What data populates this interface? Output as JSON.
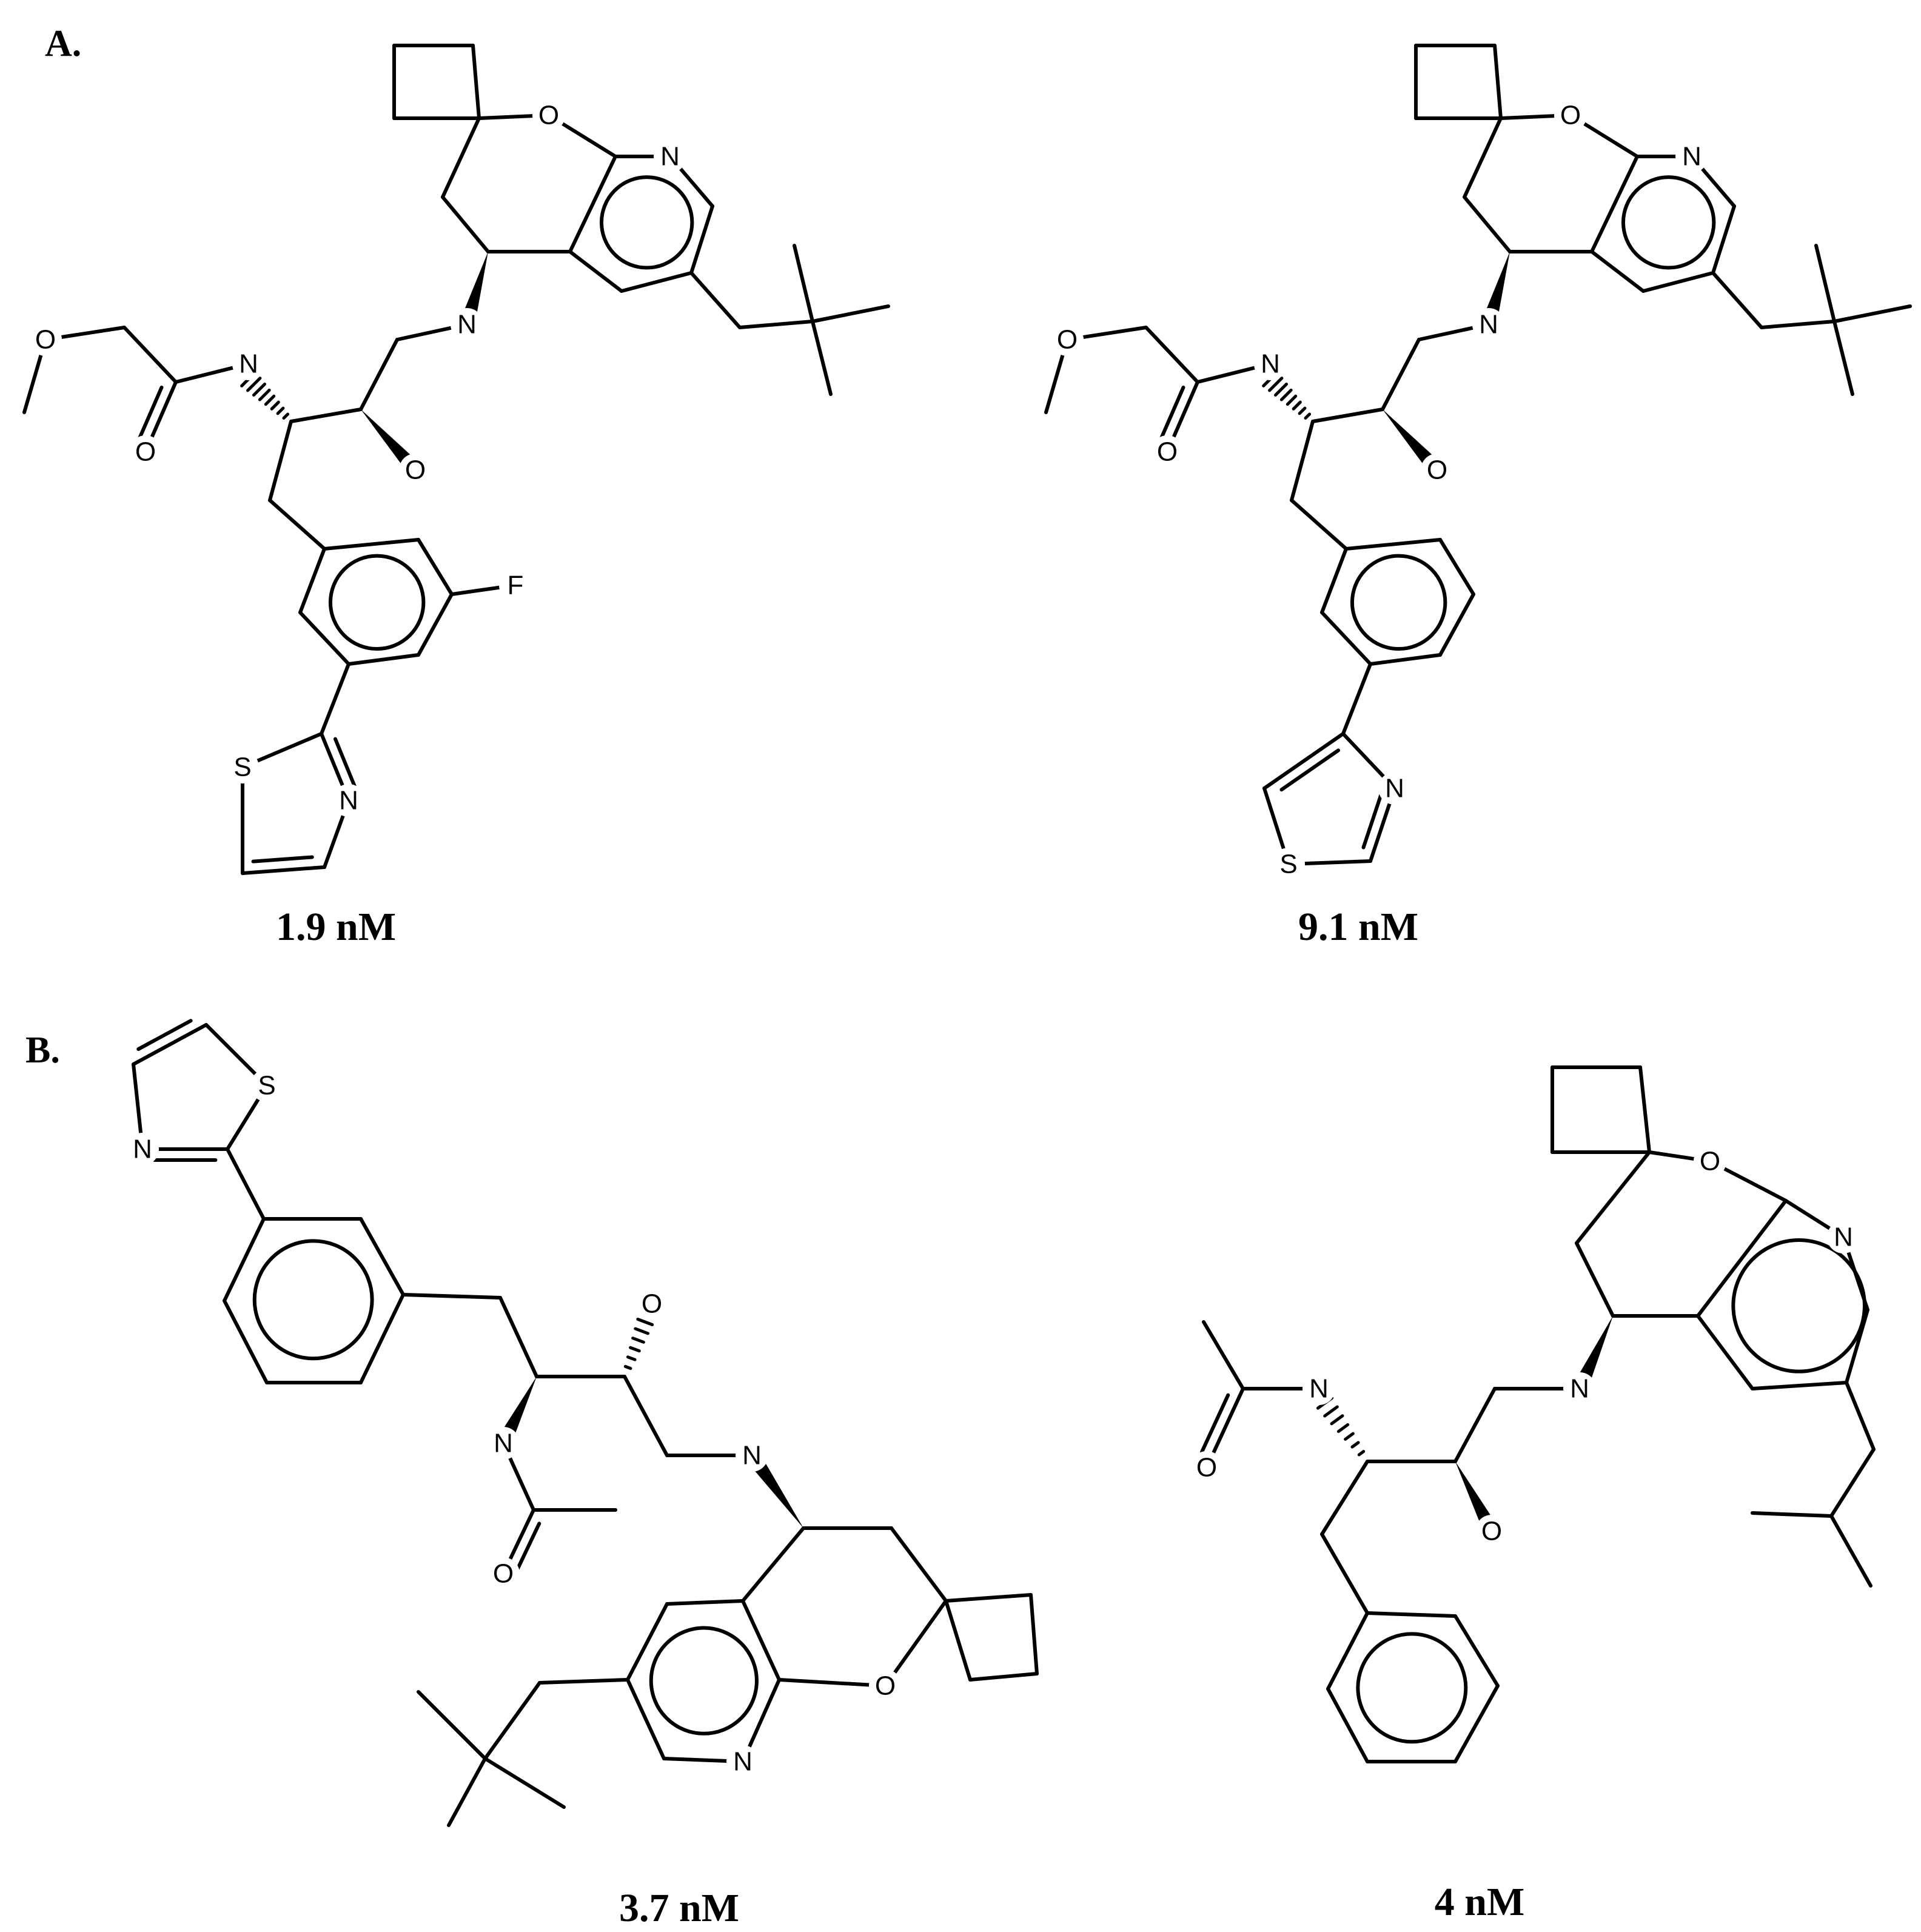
{
  "panels": {
    "a": "A.",
    "b": "B."
  },
  "molecules": [
    {
      "id": "m1",
      "value": "1.9 nM"
    },
    {
      "id": "m2",
      "value": "9.1 nM"
    },
    {
      "id": "m3",
      "value": "3.7 nM"
    },
    {
      "id": "m4",
      "value": "4 nM"
    }
  ],
  "atom_labels": {
    "O": "O",
    "N": "N",
    "S": "S",
    "F": "F"
  }
}
